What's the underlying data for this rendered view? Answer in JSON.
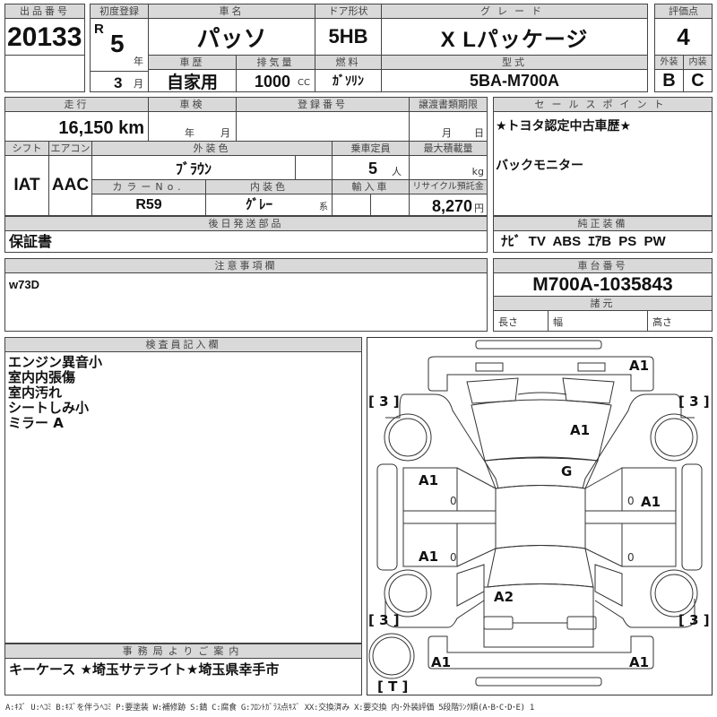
{
  "lot": {
    "label": "出品番号",
    "value": "20133"
  },
  "first_reg": {
    "label": "初度登録",
    "era": "R",
    "year": "5",
    "year_unit": "年",
    "month": "3",
    "month_unit": "月"
  },
  "car_name": {
    "label": "車名",
    "value": "パッソ"
  },
  "door": {
    "label": "ドア形状",
    "value": "5HB"
  },
  "grade": {
    "label": "グレード",
    "value": "X Lパッケージ"
  },
  "score": {
    "label": "評価点",
    "value": "4",
    "exterior_label": "外装",
    "exterior": "B",
    "interior_label": "内装",
    "interior": "C"
  },
  "history": {
    "label": "車歴",
    "value": "自家用"
  },
  "displacement": {
    "label": "排気量",
    "value": "1000",
    "unit": "CC"
  },
  "fuel": {
    "label": "燃料",
    "value": "ｶﾞｿﾘﾝ"
  },
  "model": {
    "label": "型式",
    "value": "5BA-M700A"
  },
  "mileage": {
    "label": "走行",
    "value": "16,150 km"
  },
  "inspection": {
    "label": "車検",
    "year_unit": "年",
    "month_unit": "月"
  },
  "reg_number": {
    "label": "登録番号",
    "value": ""
  },
  "transfer_deadline": {
    "label": "譲渡書類期限",
    "month_unit": "月",
    "day_unit": "日"
  },
  "shift": {
    "label": "シフト",
    "value": "IAT"
  },
  "aircon": {
    "label": "エアコン",
    "value": "AAC"
  },
  "ext_color": {
    "label": "外装色",
    "value": "ﾌﾞﾗｳﾝ"
  },
  "color_no": {
    "label": "カラーNo.",
    "value": "R59"
  },
  "int_color": {
    "label": "内装色",
    "value": "ｸﾞﾚｰ",
    "suffix": "系"
  },
  "capacity": {
    "label": "乗車定員",
    "value": "5",
    "unit": "人"
  },
  "max_load": {
    "label": "最大積載量",
    "value": "",
    "unit": "kg"
  },
  "import": {
    "label": "輸入車"
  },
  "recycle": {
    "label": "リサイクル預託金",
    "value": "8,270",
    "unit": "円"
  },
  "sales_points": {
    "label": "セールスポイント",
    "lines": [
      "★トヨタ認定中古車歴★",
      "",
      "バックモニター"
    ]
  },
  "later_parts": {
    "label": "後日発送部品",
    "value": "保証書"
  },
  "equipment": {
    "label": "純正装備",
    "value": "ﾅﾋﾞ TV ABS ｴｱB PS PW"
  },
  "notes": {
    "label": "注意事項欄",
    "value": "w73D"
  },
  "chassis": {
    "label": "車台番号",
    "value": "M700A-1035843"
  },
  "specs": {
    "label": "諸元",
    "length": "長さ",
    "width": "幅",
    "height": "高さ"
  },
  "inspector": {
    "label": "検査員記入欄",
    "lines": [
      "エンジン異音小",
      "室内内張傷",
      "室内汚れ",
      "シートしみ小",
      "ミラー A"
    ]
  },
  "office": {
    "label": "事務局よりご案内",
    "value": "キーケース ★埼玉サテライト★埼玉県幸手市"
  },
  "diagram": {
    "marks": {
      "front_bumper_right": "A1",
      "hood": "A1",
      "roof": "G",
      "front_left_door": "A1",
      "rear_left_door": "A1",
      "front_right_door": "A1",
      "trunk": "A2",
      "rear_bumper_left": "A1",
      "rear_bumper_right": "A1",
      "door_zero_1": "0",
      "door_zero_2": "0",
      "door_zero_3": "0",
      "door_zero_4": "0"
    },
    "tires": {
      "front_left": "[ 3 ]",
      "front_right": "[ 3 ]",
      "rear_left": "[ 3 ]",
      "rear_right": "[ 3 ]",
      "spare": "[ T ]"
    }
  },
  "legend": "A:ｷｽﾞ U:ﾍｺﾐ B:ｷｽﾞを伴うﾍｺﾐ P:要塗装 W:補修跡 S:錆 C:腐食 G:ﾌﾛﾝﾄｶﾞﾗｽ点ｷｽﾞ XX:交換済み X:要交換 内･外装評価 5段階ﾗﾝｸ順(A･B･C･D･E) 1"
}
